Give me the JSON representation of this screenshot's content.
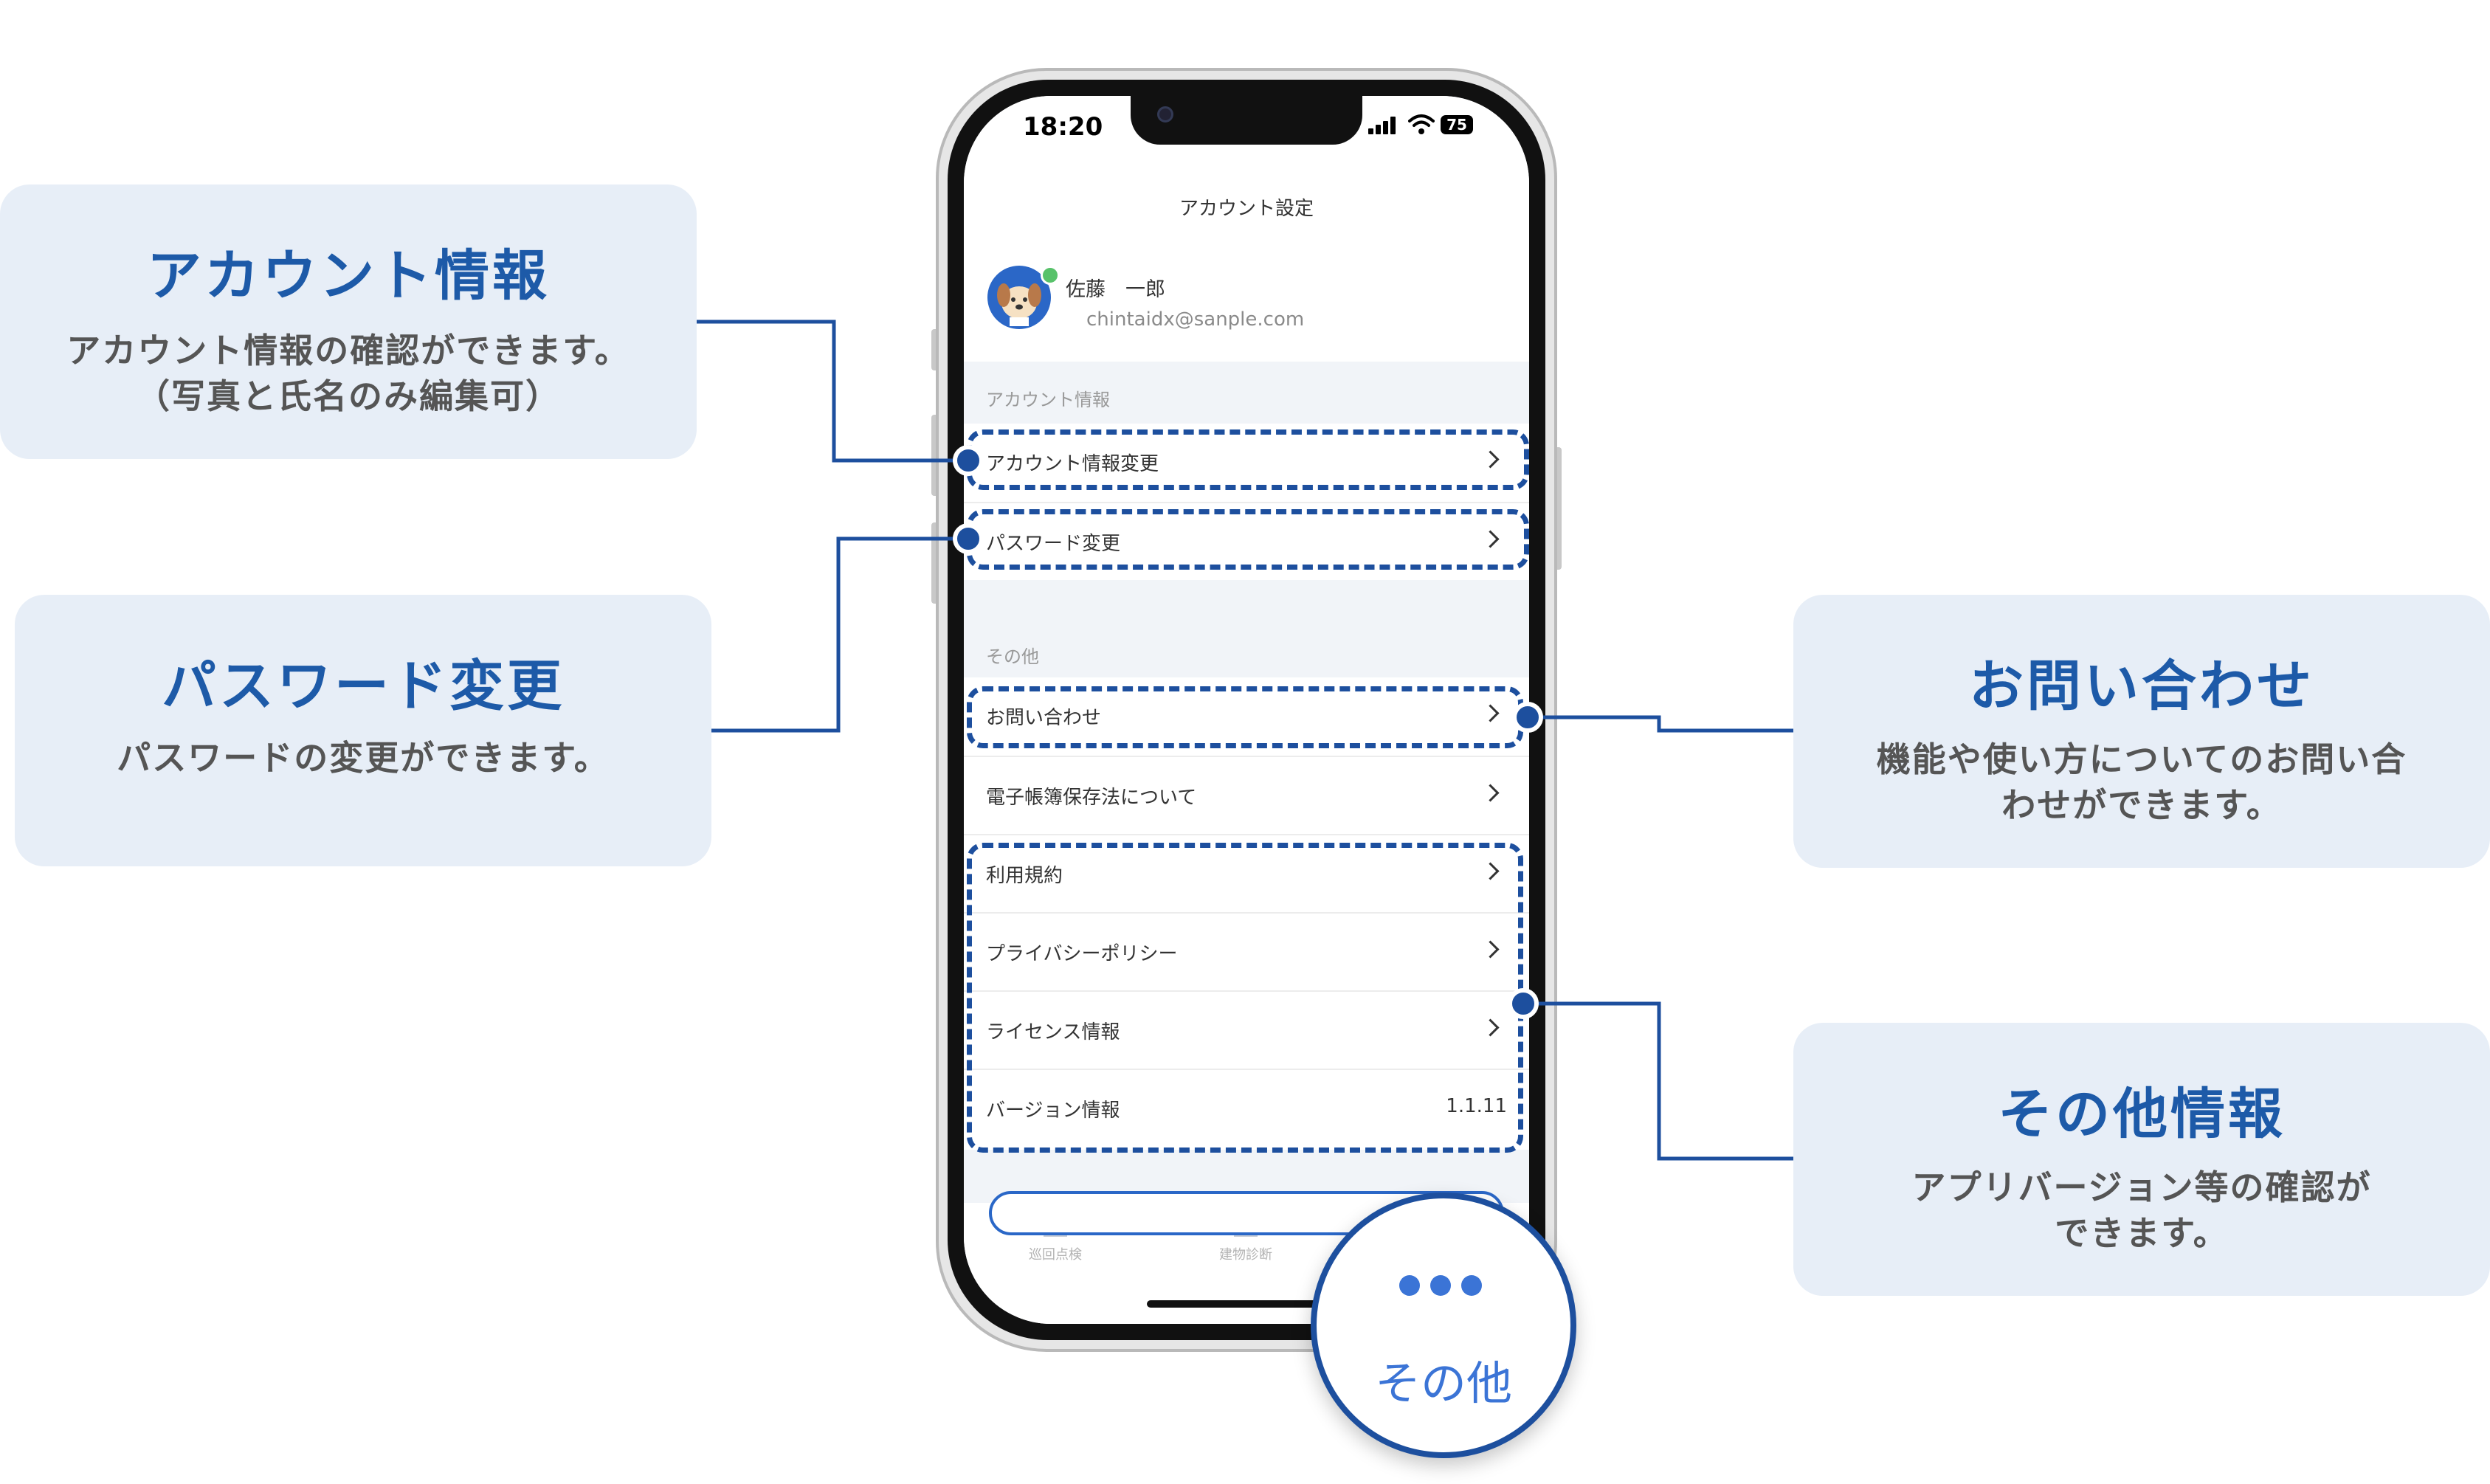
{
  "callouts": {
    "account": {
      "title": "アカウント情報",
      "desc_line1": "アカウント情報の確認ができます。",
      "desc_line2": "（写真と氏名のみ編集可）"
    },
    "password": {
      "title": "パスワード変更",
      "desc_line1": "パスワードの変更ができます。"
    },
    "contact": {
      "title": "お問い合わせ",
      "desc_line1": "機能や使い方についてのお問い合",
      "desc_line2": "わせができます。"
    },
    "other": {
      "title": "その他情報",
      "desc_line1": "アプリバージョン等の確認が",
      "desc_line2": "できます。"
    }
  },
  "status_bar": {
    "time": "18:20",
    "battery": "75"
  },
  "screen": {
    "title": "アカウント設定",
    "user": {
      "name": "佐藤　一郎",
      "email": "chintaidx@sanple.com"
    },
    "section_account": "アカウント情報",
    "section_other": "その他",
    "rows": {
      "account_change": "アカウント情報変更",
      "password_change": "パスワード変更",
      "contact": "お問い合わせ",
      "ebook_law": "電子帳簿保存法について",
      "terms": "利用規約",
      "privacy": "プライバシーポリシー",
      "license": "ライセンス情報",
      "version_label": "バージョン情報",
      "version_value": "1.1.11"
    },
    "tabs": {
      "inspection": "巡回点検",
      "diagnosis": "建物診断"
    }
  },
  "other_badge": {
    "label": "その他"
  },
  "colors": {
    "accent": "#1d4f9e",
    "card_bg": "#e7eef7",
    "title_blue": "#1d5aa8",
    "tab_blue": "#3b74d6"
  }
}
